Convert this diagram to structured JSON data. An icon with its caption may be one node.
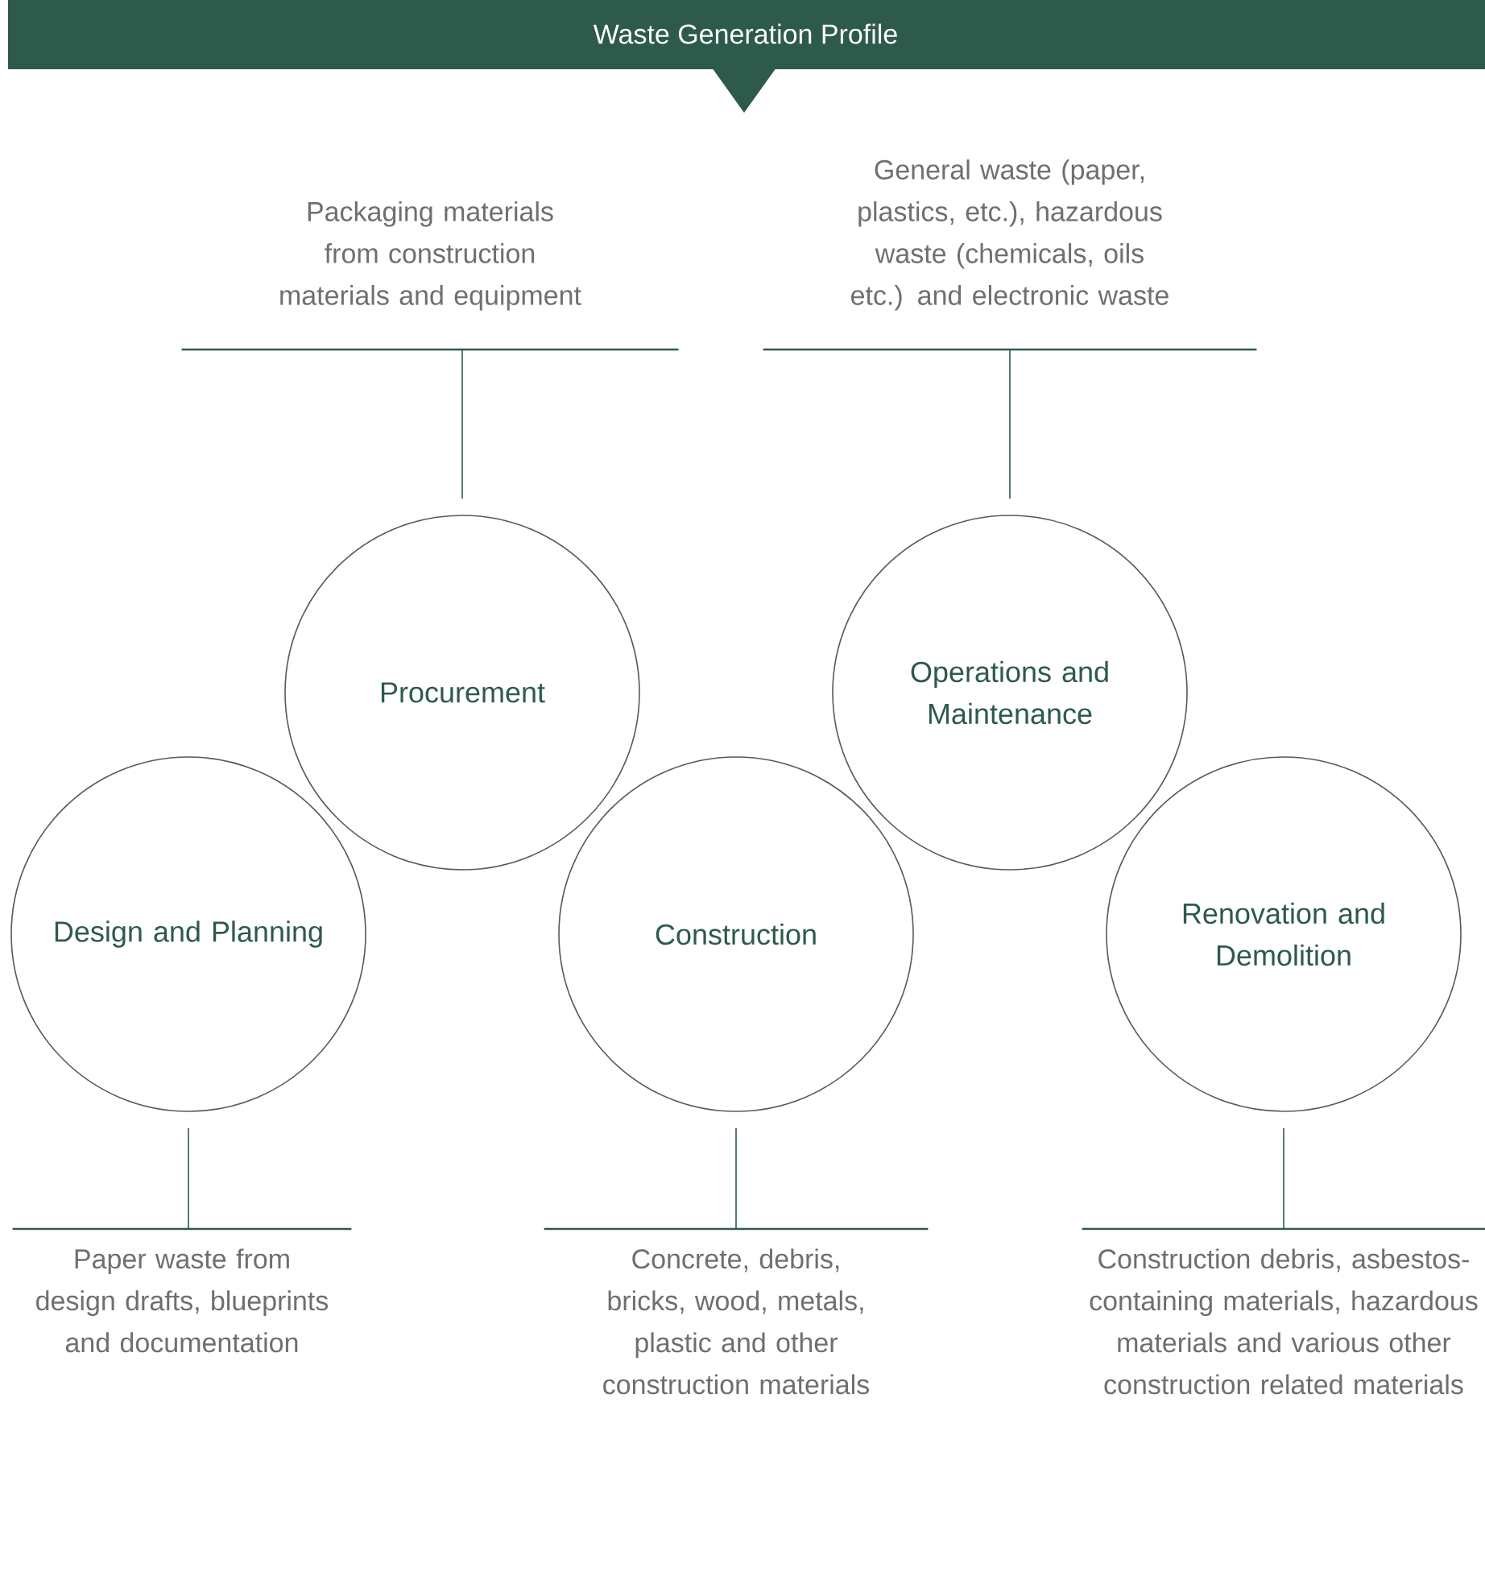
{
  "diagram": {
    "title": "Waste Generation Profile",
    "nodes": [
      {
        "text": [
          "Packaging materials from construction materials and equipment"
        ]
      },
      {
        "text": [
          "General waste (paper, plastics, etc.), hazardous waste (chemicals, oils etc.) and electronic waste"
        ]
      },
      {
        "text": [
          "Procurement"
        ]
      },
      {
        "text": [
          "Operations and Maintenance"
        ]
      },
      {
        "text": [
          "Design and Planning"
        ]
      },
      {
        "text": [
          "Construction"
        ]
      },
      {
        "text": [
          "Renovation and Demolition"
        ]
      },
      {
        "text": [
          "Paper waste from design drafts, blueprints and documentation"
        ]
      },
      {
        "text": [
          "Concrete, debris, bricks, wood, metals, plastic and other construction materials"
        ]
      },
      {
        "text": [
          "Construction debris, asbestos-containing materials, hazardous materials and various other construction related materials"
        ]
      }
    ],
    "edges": [
      {
        "from": 2,
        "to": 0,
        "arrow": "none"
      },
      {
        "from": 3,
        "to": 1,
        "arrow": "none"
      },
      {
        "from": 4,
        "to": 7,
        "arrow": "none"
      },
      {
        "from": 5,
        "to": 8,
        "arrow": "none"
      },
      {
        "from": 6,
        "to": 9,
        "arrow": "none"
      }
    ]
  }
}
